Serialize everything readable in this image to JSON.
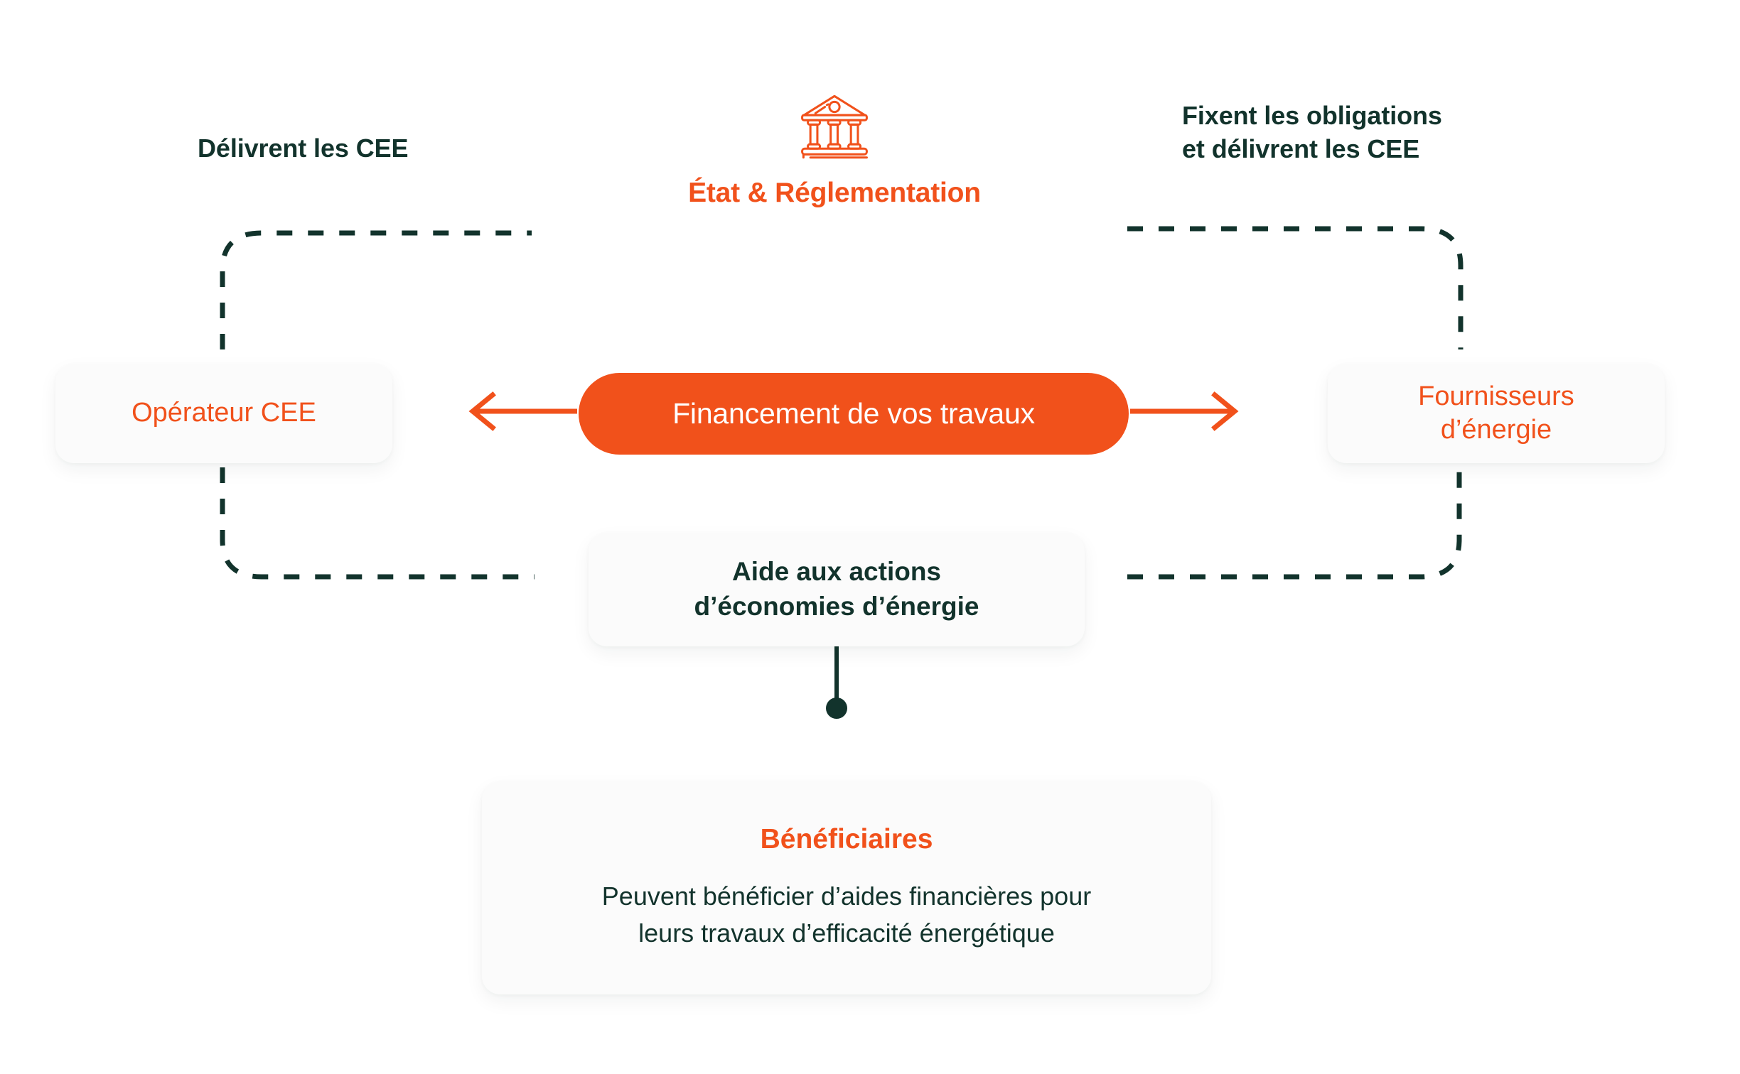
{
  "colors": {
    "accent_orange": "#f1511b",
    "dark_green": "#12332c",
    "card_background": "#fbfbfb",
    "page_background": "#ffffff",
    "connector_dash": "#12332c"
  },
  "center_node": {
    "icon": "bank-building-icon",
    "label": "État & Réglementation"
  },
  "captions": {
    "left": "Délivrent les CEE",
    "right_line1": "Fixent les obligations",
    "right_line2": "et délivrent les CEE"
  },
  "nodes": {
    "operateur": {
      "title": "Opérateur CEE"
    },
    "fournisseurs": {
      "title_line1": "Fournisseurs",
      "title_line2": "d’énergie"
    },
    "financement": {
      "label": "Financement de vos travaux"
    },
    "aide": {
      "title_line1": "Aide aux actions",
      "title_line2": "d’économies d’énergie"
    },
    "beneficiaires": {
      "title": "Bénéficiaires",
      "body_line1": "Peuvent bénéficier d’aides financières pour",
      "body_line2": "leurs travaux d’efficacité énergétique"
    }
  },
  "connectors": {
    "arrow_left": "arrow-left-icon",
    "arrow_right": "arrow-right-icon",
    "dashed_top_left": "dashed-connector-top-left",
    "dashed_bottom_left": "dashed-connector-bottom-left",
    "dashed_top_right": "dashed-connector-top-right",
    "dashed_bottom_right": "dashed-connector-bottom-right",
    "stem_down": "solid-stem-down",
    "end_dot": "connector-end-dot"
  }
}
